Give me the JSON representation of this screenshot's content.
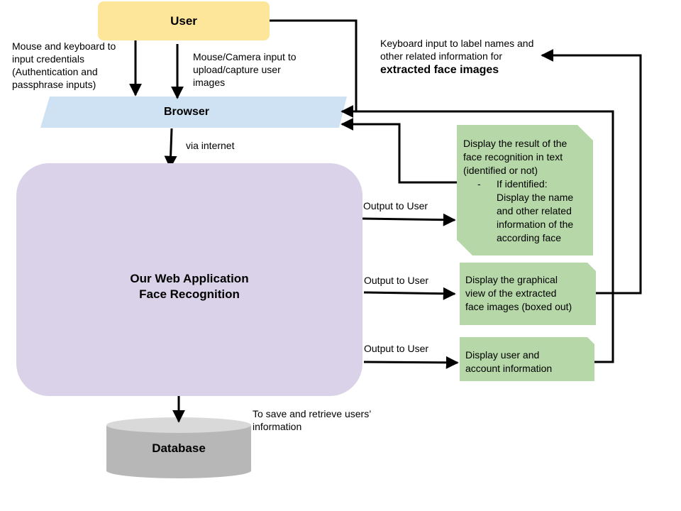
{
  "nodes": {
    "user": "User",
    "browser": "Browser",
    "web_app": {
      "line1": "Our Web Application",
      "line2": "Face Recognition"
    },
    "database": "Database"
  },
  "edge_labels": {
    "mouse_keyboard": [
      "Mouse and keyboard to",
      "input credentials",
      "(Authentication and",
      "passphrase inputs)"
    ],
    "mouse_camera": [
      "Mouse/Camera input to",
      "upload/capture user",
      "images"
    ],
    "via_internet": "via internet",
    "keyboard_label": [
      "Keyboard input to label names and",
      "other related information for"
    ],
    "keyboard_label_bold": "extracted face images",
    "output_1": "Output to User",
    "output_2": "Output to User",
    "output_3": "Output to User",
    "save_retrieve": [
      "To save and retrieve users’",
      "information"
    ]
  },
  "notes": {
    "recognition_result": {
      "lines": [
        "Display the result of the",
        "face recognition in text",
        "(identified or not)"
      ],
      "bullet_marker": "-",
      "bullet_lines": [
        "If identified:",
        "Display the name",
        "and other related",
        "information of the",
        "according face"
      ]
    },
    "graphical_view": {
      "lines": [
        "Display the graphical",
        "view of the extracted",
        "face images (boxed out)"
      ]
    },
    "account_info": {
      "lines": [
        "Display user and",
        "account information"
      ]
    }
  },
  "colors": {
    "user_fill": "#fde59a",
    "browser_fill": "#cfe2f3",
    "webapp_fill": "#d9d2e9",
    "note_fill": "#b6d7a8",
    "database_fill": "#b7b7b7",
    "database_top": "#d9d9d9",
    "line": "#000000"
  }
}
